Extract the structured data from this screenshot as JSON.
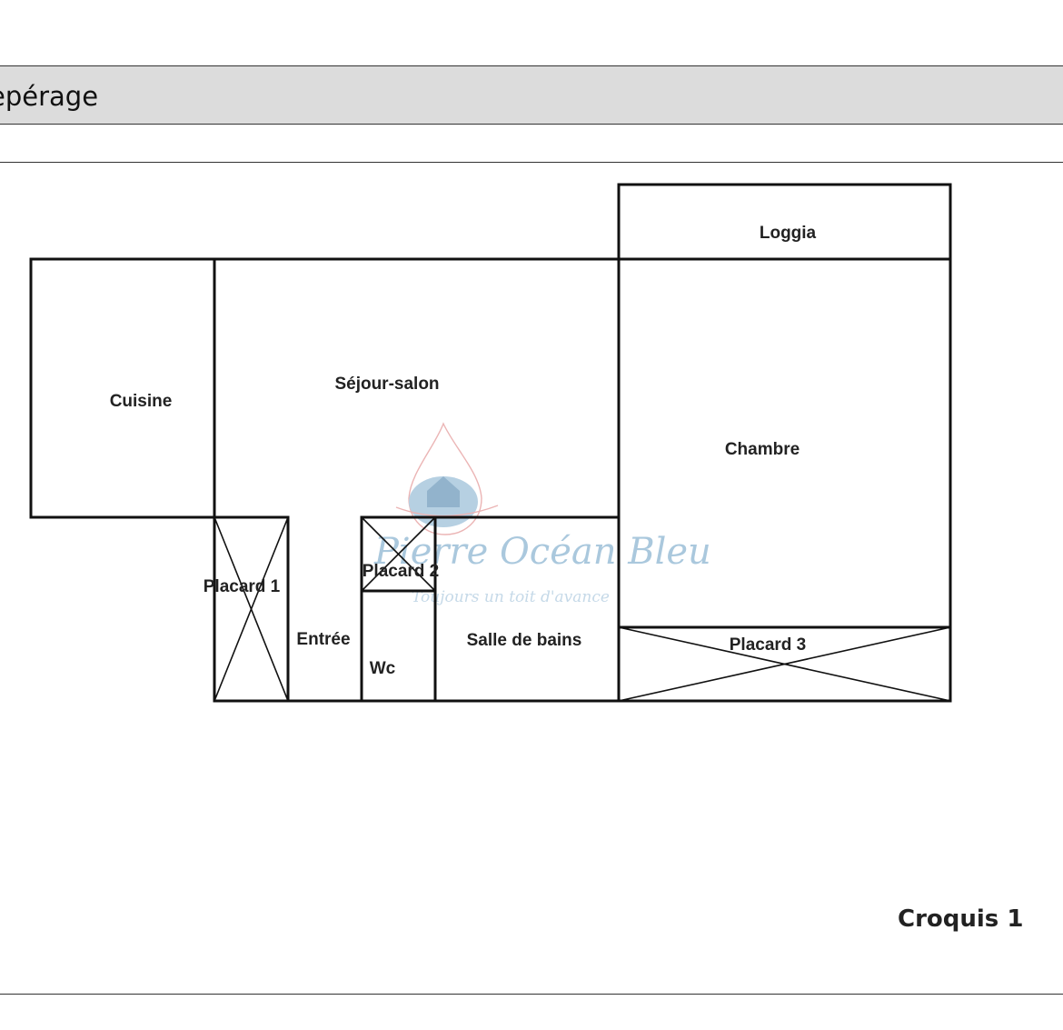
{
  "header": {
    "title": "epérage"
  },
  "plan": {
    "rooms": [
      {
        "id": "cuisine",
        "label": "Cuisine"
      },
      {
        "id": "sejour",
        "label": "Séjour-salon"
      },
      {
        "id": "loggia",
        "label": "Loggia"
      },
      {
        "id": "chambre",
        "label": "Chambre"
      },
      {
        "id": "placard1",
        "label": "Placard 1"
      },
      {
        "id": "placard2",
        "label": "Placard 2"
      },
      {
        "id": "placard3",
        "label": "Placard 3"
      },
      {
        "id": "entree",
        "label": "Entrée"
      },
      {
        "id": "wc",
        "label": "Wc"
      },
      {
        "id": "sdb",
        "label": "Salle de bains"
      }
    ]
  },
  "watermark": {
    "brand": "Pierre Océan Bleu",
    "tagline": "Toujours un toit d'avance",
    "colors": {
      "blue": "#8fb4d0",
      "red": "#e09090"
    }
  },
  "footer": {
    "sketch_label": "Croquis 1"
  }
}
